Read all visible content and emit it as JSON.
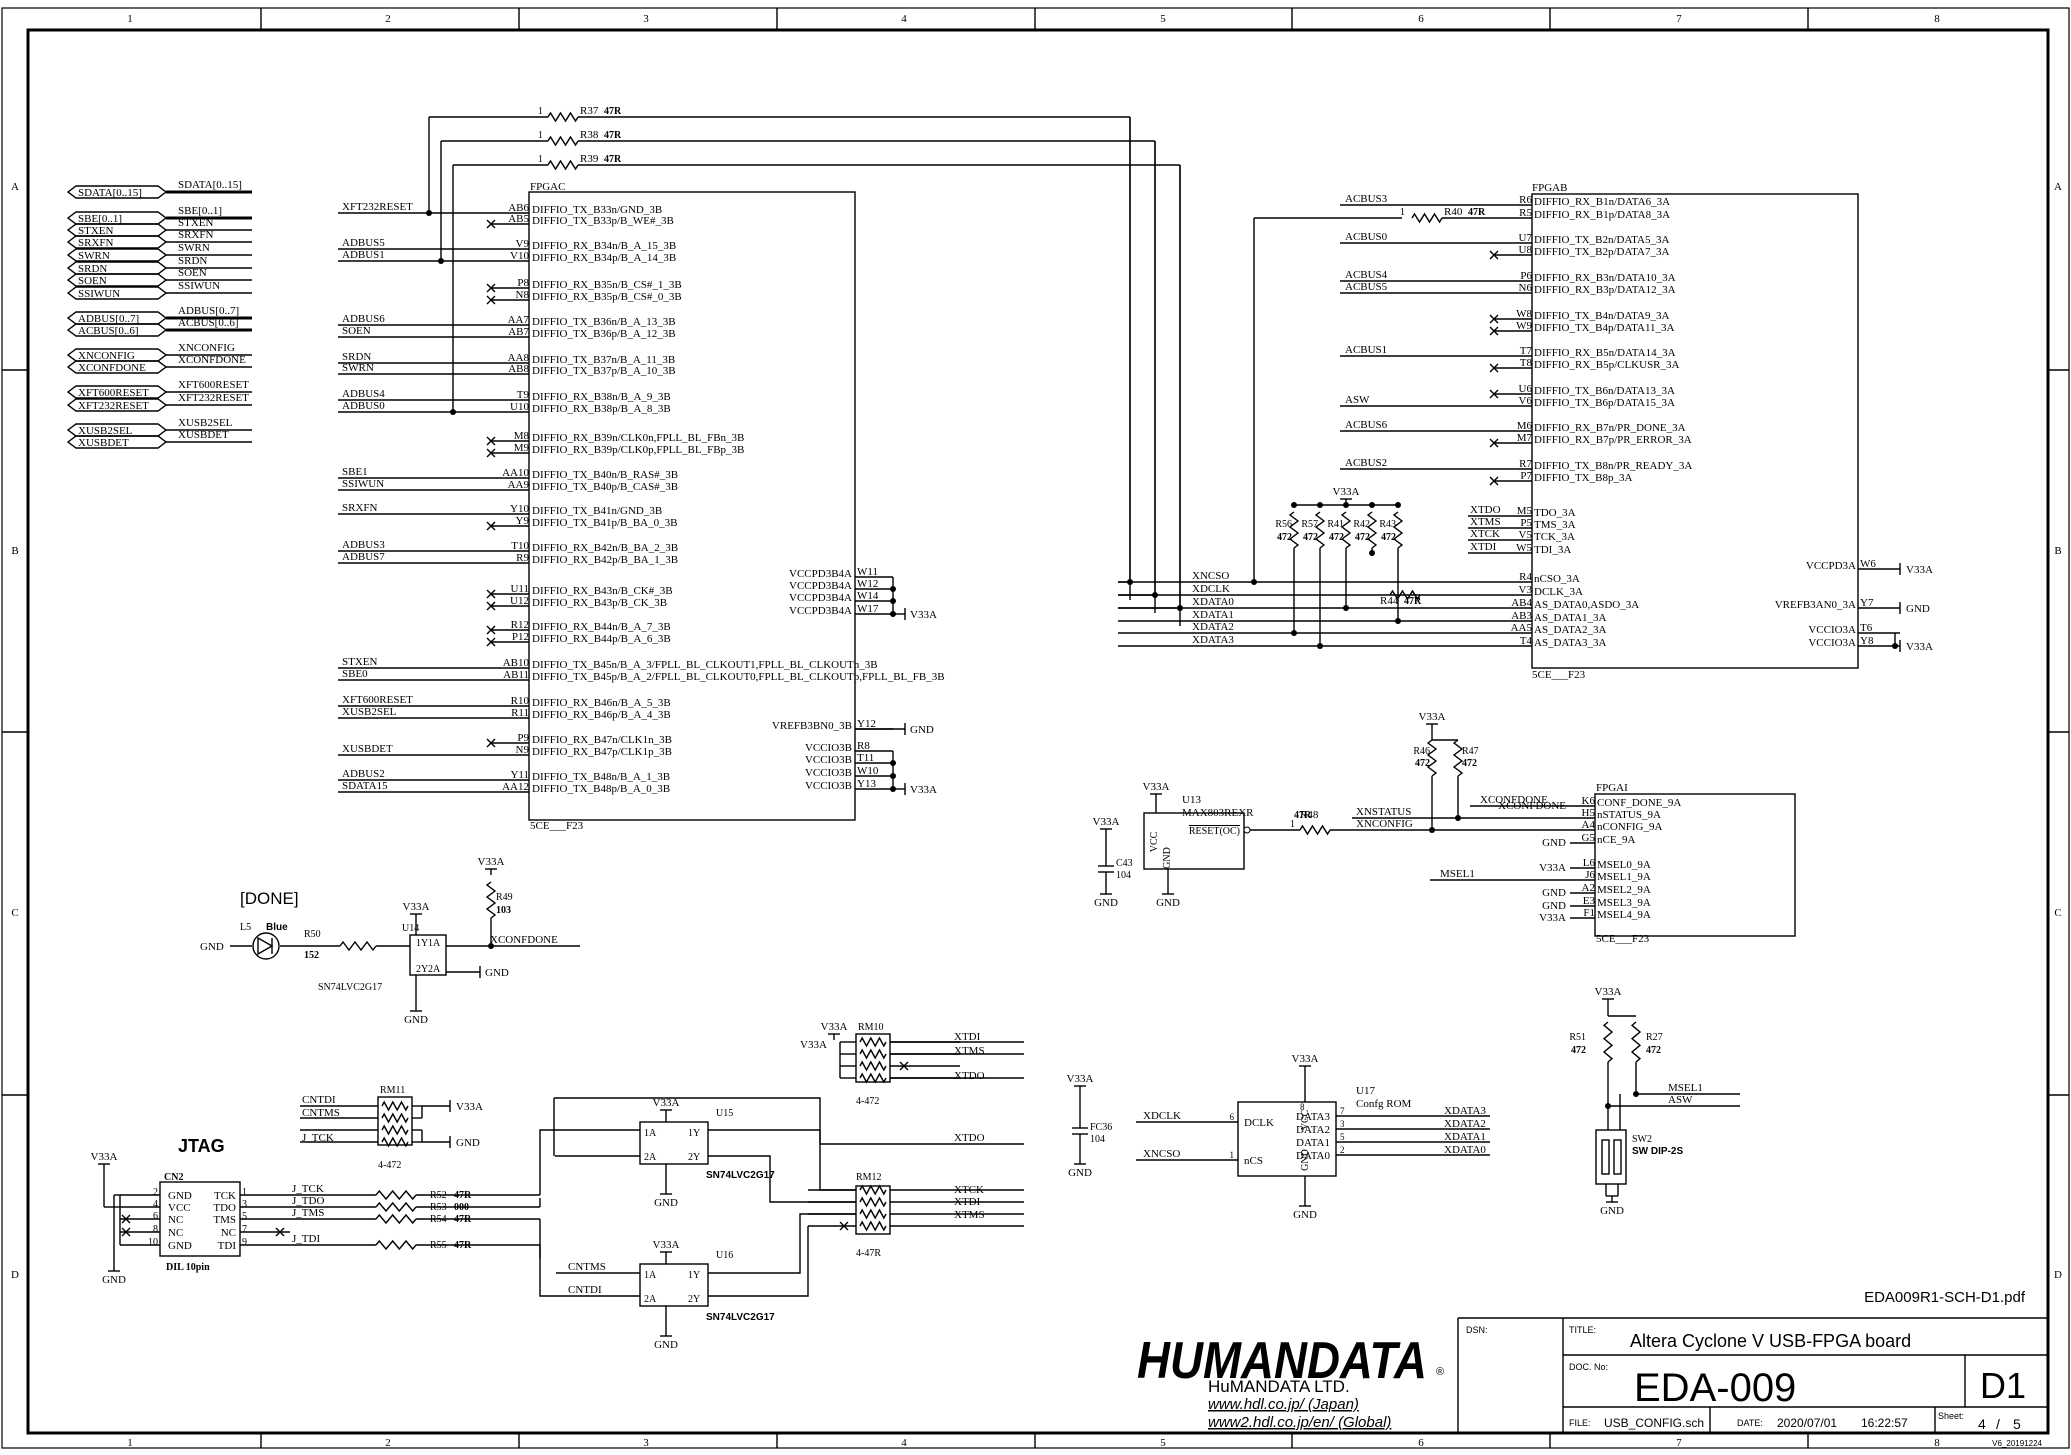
{
  "border": {
    "columns": [
      "1",
      "2",
      "3",
      "4",
      "5",
      "6",
      "7",
      "8"
    ],
    "rows": [
      "A",
      "B",
      "C",
      "D"
    ]
  },
  "ports": [
    {
      "label": "SDATA[0..15]",
      "net": "SDATA[0..15]"
    },
    {
      "label": "SBE[0..1]",
      "net": "SBE[0..1]"
    },
    {
      "label": "STXEN",
      "net": "STXEN"
    },
    {
      "label": "SRXFN",
      "net": "SRXFN"
    },
    {
      "label": "SWRN",
      "net": "SWRN"
    },
    {
      "label": "SRDN",
      "net": "SRDN"
    },
    {
      "label": "SOEN",
      "net": "SOEN"
    },
    {
      "label": "SSIWUN",
      "net": "SSIWUN"
    },
    {
      "label": "ADBUS[0..7]",
      "net": "ADBUS[0..7]"
    },
    {
      "label": "ACBUS[0..6]",
      "net": "ACBUS[0..6]"
    },
    {
      "label": "XNCONFIG",
      "net": "XNCONFIG"
    },
    {
      "label": "XCONFDONE",
      "net": "XCONFDONE"
    },
    {
      "label": "XFT600RESET",
      "net": "XFT600RESET"
    },
    {
      "label": "XFT232RESET",
      "net": "XFT232RESET"
    },
    {
      "label": "XUSB2SEL",
      "net": "XUSB2SEL"
    },
    {
      "label": "XUSBDET",
      "net": "XUSBDET"
    }
  ],
  "fpgac": {
    "ref": "FPGAC",
    "part": "5CE___F23",
    "pins": [
      {
        "net": "XFT232RESET",
        "pin": "AB6",
        "name": "DIFFIO_TX_B33n/GND_3B"
      },
      {
        "net": "",
        "pin": "AB5",
        "name": "DIFFIO_TX_B33p/B_WE#_3B"
      },
      {
        "net": "ADBUS5",
        "pin": "V9",
        "name": "DIFFIO_RX_B34n/B_A_15_3B"
      },
      {
        "net": "ADBUS1",
        "pin": "V10",
        "name": "DIFFIO_RX_B34p/B_A_14_3B"
      },
      {
        "net": "",
        "pin": "P8",
        "name": "DIFFIO_RX_B35n/B_CS#_1_3B"
      },
      {
        "net": "",
        "pin": "N8",
        "name": "DIFFIO_RX_B35p/B_CS#_0_3B"
      },
      {
        "net": "ADBUS6",
        "pin": "AA7",
        "name": "DIFFIO_TX_B36n/B_A_13_3B"
      },
      {
        "net": "SOEN",
        "pin": "AB7",
        "name": "DIFFIO_TX_B36p/B_A_12_3B"
      },
      {
        "net": "SRDN",
        "pin": "AA8",
        "name": "DIFFIO_TX_B37n/B_A_11_3B"
      },
      {
        "net": "SWRN",
        "pin": "AB8",
        "name": "DIFFIO_TX_B37p/B_A_10_3B"
      },
      {
        "net": "ADBUS4",
        "pin": "T9",
        "name": "DIFFIO_RX_B38n/B_A_9_3B"
      },
      {
        "net": "ADBUS0",
        "pin": "U10",
        "name": "DIFFIO_RX_B38p/B_A_8_3B"
      },
      {
        "net": "",
        "pin": "M8",
        "name": "DIFFIO_RX_B39n/CLK0n,FPLL_BL_FBn_3B"
      },
      {
        "net": "",
        "pin": "M9",
        "name": "DIFFIO_RX_B39p/CLK0p,FPLL_BL_FBp_3B"
      },
      {
        "net": "SBE1",
        "pin": "AA10",
        "name": "DIFFIO_TX_B40n/B_RAS#_3B"
      },
      {
        "net": "SSIWUN",
        "pin": "AA9",
        "name": "DIFFIO_TX_B40p/B_CAS#_3B"
      },
      {
        "net": "SRXFN",
        "pin": "Y10",
        "name": "DIFFIO_TX_B41n/GND_3B"
      },
      {
        "net": "",
        "pin": "Y9",
        "name": "DIFFIO_TX_B41p/B_BA_0_3B"
      },
      {
        "net": "ADBUS3",
        "pin": "T10",
        "name": "DIFFIO_RX_B42n/B_BA_2_3B"
      },
      {
        "net": "ADBUS7",
        "pin": "R9",
        "name": "DIFFIO_RX_B42p/B_BA_1_3B"
      },
      {
        "net": "",
        "pin": "U11",
        "name": "DIFFIO_RX_B43n/B_CK#_3B"
      },
      {
        "net": "",
        "pin": "U12",
        "name": "DIFFIO_RX_B43p/B_CK_3B"
      },
      {
        "net": "",
        "pin": "R12",
        "name": "DIFFIO_RX_B44n/B_A_7_3B"
      },
      {
        "net": "",
        "pin": "P12",
        "name": "DIFFIO_RX_B44p/B_A_6_3B"
      },
      {
        "net": "STXEN",
        "pin": "AB10",
        "name": "DIFFIO_TX_B45n/B_A_3/FPLL_BL_CLKOUT1,FPLL_BL_CLKOUTn_3B"
      },
      {
        "net": "SBE0",
        "pin": "AB11",
        "name": "DIFFIO_TX_B45p/B_A_2/FPLL_BL_CLKOUT0,FPLL_BL_CLKOUTp,FPLL_BL_FB_3B"
      },
      {
        "net": "XFT600RESET",
        "pin": "R10",
        "name": "DIFFIO_RX_B46n/B_A_5_3B"
      },
      {
        "net": "XUSB2SEL",
        "pin": "R11",
        "name": "DIFFIO_RX_B46p/B_A_4_3B"
      },
      {
        "net": "",
        "pin": "P9",
        "name": "DIFFIO_RX_B47n/CLK1n_3B"
      },
      {
        "net": "XUSBDET",
        "pin": "N9",
        "name": "DIFFIO_RX_B47p/CLK1p_3B"
      },
      {
        "net": "ADBUS2",
        "pin": "Y11",
        "name": "DIFFIO_TX_B48n/B_A_1_3B"
      },
      {
        "net": "SDATA15",
        "pin": "AA12",
        "name": "DIFFIO_TX_B48p/B_A_0_3B"
      }
    ],
    "right_pins": [
      {
        "pin": "W11",
        "name": "VCCPD3B4A"
      },
      {
        "pin": "W12",
        "name": "VCCPD3B4A"
      },
      {
        "pin": "W14",
        "name": "VCCPD3B4A"
      },
      {
        "pin": "W17",
        "name": "VCCPD3B4A"
      },
      {
        "pin": "Y12",
        "name": "VREFB3BN0_3B"
      },
      {
        "pin": "R8",
        "name": "VCCIO3B"
      },
      {
        "pin": "T11",
        "name": "VCCIO3B"
      },
      {
        "pin": "W10",
        "name": "VCCIO3B"
      },
      {
        "pin": "Y13",
        "name": "VCCIO3B"
      }
    ],
    "vccpd_net": "V33A",
    "vref_net": "GND",
    "vccio_net": "V33A"
  },
  "top_resistors": [
    {
      "ref": "R37",
      "value": "47R",
      "pin1": "1"
    },
    {
      "ref": "R38",
      "value": "47R",
      "pin1": "1"
    },
    {
      "ref": "R39",
      "value": "47R",
      "pin1": "1"
    }
  ],
  "fpgab": {
    "ref": "FPGAB",
    "part": "5CE___F23",
    "pins": [
      {
        "net": "ACBUS3",
        "pin": "R6",
        "name": "DIFFIO_RX_B1n/DATA6_3A"
      },
      {
        "net": "",
        "pin": "R5",
        "name": "DIFFIO_RX_B1p/DATA8_3A"
      },
      {
        "net": "ACBUS0",
        "pin": "U7",
        "name": "DIFFIO_TX_B2n/DATA5_3A"
      },
      {
        "net": "",
        "pin": "U8",
        "name": "DIFFIO_TX_B2p/DATA7_3A"
      },
      {
        "net": "ACBUS4",
        "pin": "P6",
        "name": "DIFFIO_RX_B3n/DATA10_3A"
      },
      {
        "net": "ACBUS5",
        "pin": "N6",
        "name": "DIFFIO_RX_B3p/DATA12_3A"
      },
      {
        "net": "",
        "pin": "W8",
        "name": "DIFFIO_TX_B4n/DATA9_3A"
      },
      {
        "net": "",
        "pin": "W9",
        "name": "DIFFIO_TX_B4p/DATA11_3A"
      },
      {
        "net": "ACBUS1",
        "pin": "T7",
        "name": "DIFFIO_RX_B5n/DATA14_3A"
      },
      {
        "net": "",
        "pin": "T8",
        "name": "DIFFIO_RX_B5p/CLKUSR_3A"
      },
      {
        "net": "",
        "pin": "U6",
        "name": "DIFFIO_TX_B6n/DATA13_3A"
      },
      {
        "net": "ASW",
        "pin": "V6",
        "name": "DIFFIO_TX_B6p/DATA15_3A"
      },
      {
        "net": "ACBUS6",
        "pin": "M6",
        "name": "DIFFIO_RX_B7n/PR_DONE_3A"
      },
      {
        "net": "",
        "pin": "M7",
        "name": "DIFFIO_RX_B7p/PR_ERROR_3A"
      },
      {
        "net": "ACBUS2",
        "pin": "R7",
        "name": "DIFFIO_TX_B8n/PR_READY_3A"
      },
      {
        "net": "",
        "pin": "P7",
        "name": "DIFFIO_TX_B8p_3A"
      },
      {
        "net": "XTDO",
        "pin": "M5",
        "name": "TDO_3A"
      },
      {
        "net": "XTMS",
        "pin": "P5",
        "name": "TMS_3A"
      },
      {
        "net": "XTCK",
        "pin": "V5",
        "name": "TCK_3A"
      },
      {
        "net": "XTDI",
        "pin": "W5",
        "name": "TDI_3A"
      },
      {
        "net": "XNCSO",
        "pin": "R4",
        "name": "nCSO_3A"
      },
      {
        "net": "XDCLK",
        "pin": "V3",
        "name": "DCLK_3A"
      },
      {
        "net": "XDATA0",
        "pin": "AB4",
        "name": "AS_DATA0,ASDO_3A"
      },
      {
        "net": "XDATA1",
        "pin": "AB3",
        "name": "AS_DATA1_3A"
      },
      {
        "net": "XDATA2",
        "pin": "AA5",
        "name": "AS_DATA2_3A"
      },
      {
        "net": "XDATA3",
        "pin": "T4",
        "name": "AS_DATA3_3A"
      }
    ],
    "right_pins": [
      {
        "pin": "W6",
        "name": "VCCPD3A",
        "net": "V33A"
      },
      {
        "pin": "Y7",
        "name": "VREFB3AN0_3A",
        "net": "GND"
      },
      {
        "pin": "T6",
        "name": "VCCIO3A",
        "net": "V33A"
      },
      {
        "pin": "Y8",
        "name": "VCCIO3A",
        "net": ""
      }
    ],
    "r40": {
      "ref": "R40",
      "value": "47R",
      "pin1": "1"
    },
    "r44": {
      "ref": "R44",
      "value": "47R"
    },
    "pullups": [
      {
        "ref": "R56",
        "value": "472"
      },
      {
        "ref": "R57",
        "value": "472"
      },
      {
        "ref": "R41",
        "value": "472"
      },
      {
        "ref": "R42",
        "value": "472"
      },
      {
        "ref": "R43",
        "value": "472"
      }
    ],
    "pullup_net": "V33A"
  },
  "fpgai": {
    "ref": "FPGAI",
    "part": "5CE___F23",
    "pins": [
      {
        "net": "XCONFDONE",
        "pin": "K6",
        "name": "CONF_DONE_9A"
      },
      {
        "net": "",
        "pin": "H5",
        "name": "nSTATUS_9A"
      },
      {
        "net": "",
        "pin": "A4",
        "name": "nCONFIG_9A"
      },
      {
        "net": "GND",
        "pin": "G5",
        "name": "nCE_9A"
      },
      {
        "net": "V33A",
        "pin": "L6",
        "name": "MSEL0_9A"
      },
      {
        "net": "",
        "pin": "J6",
        "name": "MSEL1_9A"
      },
      {
        "net": "GND",
        "pin": "A2",
        "name": "MSEL2_9A"
      },
      {
        "net": "GND",
        "pin": "E3",
        "name": "MSEL3_9A"
      },
      {
        "net": "V33A",
        "pin": "F1",
        "name": "MSEL4_9A"
      }
    ],
    "msel1_net": "MSEL1",
    "nets": {
      "xnstatus": "XNSTATUS",
      "xnconfig": "XNCONFIG"
    },
    "pullups": [
      {
        "ref": "R46",
        "value": "472"
      },
      {
        "ref": "R47",
        "value": "472"
      }
    ],
    "r48": {
      "ref": "R48",
      "value": "47R",
      "pin1": "1"
    }
  },
  "u13": {
    "ref": "U13",
    "part": "MAX803REXR",
    "pin_vcc": "VCC",
    "pin_gnd": "GND",
    "pin_reset": "RESET(OC)",
    "c_ref": "C43",
    "c_val": "104"
  },
  "done": {
    "title": "[DONE]",
    "led_ref": "L5",
    "led_color": "Blue",
    "r50": {
      "ref": "R50",
      "value": "152"
    },
    "u14": {
      "ref": "U14",
      "part": "SN74LVC2G17",
      "pins": {
        "y1": "1Y",
        "y2": "2Y",
        "a1": "1A",
        "a2": "2A"
      }
    },
    "r49": {
      "ref": "R49",
      "value": "103"
    },
    "net": "XCONFDONE"
  },
  "jtag": {
    "title": "JTAG",
    "cn2": {
      "ref": "CN2",
      "part": "DIL 10pin",
      "pins": [
        {
          "num": "2",
          "name": "GND"
        },
        {
          "num": "4",
          "name": "VCC"
        },
        {
          "num": "6",
          "name": "NC"
        },
        {
          "num": "8",
          "name": "NC"
        },
        {
          "num": "10",
          "name": "GND"
        }
      ],
      "pins_r": [
        {
          "num": "1",
          "name": "TCK"
        },
        {
          "num": "3",
          "name": "TDO"
        },
        {
          "num": "5",
          "name": "TMS"
        },
        {
          "num": "7",
          "name": "NC"
        },
        {
          "num": "9",
          "name": "TDI"
        }
      ]
    },
    "nets": {
      "tck": "J_TCK",
      "tdo": "J_TDO",
      "tms": "J_TMS",
      "tdi": "J_TDI",
      "cntdi": "CNTDI",
      "cntms": "CNTMS"
    },
    "resistors": [
      {
        "ref": "R52",
        "value": "47R"
      },
      {
        "ref": "R53",
        "value": "000"
      },
      {
        "ref": "R54",
        "value": "47R"
      },
      {
        "ref": "R55",
        "value": "47R"
      }
    ],
    "rm11": {
      "ref": "RM11",
      "value": "4-472"
    },
    "rm10": {
      "ref": "RM10",
      "value": "4-472"
    },
    "rm12": {
      "ref": "RM12",
      "value": "4-47R"
    },
    "u15": {
      "ref": "U15",
      "part": "SN74LVC2G17"
    },
    "u16": {
      "ref": "U16",
      "part": "SN74LVC2G17"
    },
    "xnets": {
      "xtdi": "XTDI",
      "xtms": "XTMS",
      "xtdo": "XTDO",
      "xtck": "XTCK"
    }
  },
  "u17": {
    "ref": "U17",
    "part": "Confg ROM",
    "cap_ref": "FC36",
    "cap_val": "104",
    "left": [
      {
        "num": "6",
        "name": "DCLK",
        "net": "XDCLK"
      },
      {
        "num": "1",
        "name": "nCS",
        "net": "XNCSO"
      }
    ],
    "right": [
      {
        "num": "7",
        "name": "DATA3",
        "net": "XDATA3"
      },
      {
        "num": "3",
        "name": "DATA2",
        "net": "XDATA2"
      },
      {
        "num": "5",
        "name": "DATA1",
        "net": "XDATA1"
      },
      {
        "num": "2",
        "name": "DATA0",
        "net": "XDATA0"
      }
    ],
    "vcc": "VCC",
    "gnd": "GND",
    "pin_vcc": "8",
    "pin_gnd": "4"
  },
  "sw2": {
    "ref": "SW2",
    "part": "SW DIP-2S",
    "r51": {
      "ref": "R51",
      "value": "472"
    },
    "r27": {
      "ref": "R27",
      "value": "472"
    },
    "msel1": "MSEL1",
    "asw": "ASW"
  },
  "power": {
    "v33": "V33A",
    "gnd": "GND"
  },
  "titleblock": {
    "pdf_name": "EDA009R1-SCH-D1.pdf",
    "logo": "HUMANDATA",
    "company": "HuMANDATA LTD.",
    "url_jp": "www.hdl.co.jp/ (Japan)",
    "url_en": "www2.hdl.co.jp/en/ (Global)",
    "dsn_label": "DSN:",
    "title_label": "TITLE:",
    "title": "Altera Cyclone V USB-FPGA board",
    "docno_label": "DOC. No:",
    "docno": "EDA-009",
    "rev": "D1",
    "file_label": "FILE:",
    "file": "USB_CONFIG.sch",
    "date_label": "DATE:",
    "date": "2020/07/01",
    "time": "16:22:57",
    "sheet_label": "Sheet:",
    "sheet": "4",
    "sheet_total": "5",
    "version": "V6_20191224"
  }
}
